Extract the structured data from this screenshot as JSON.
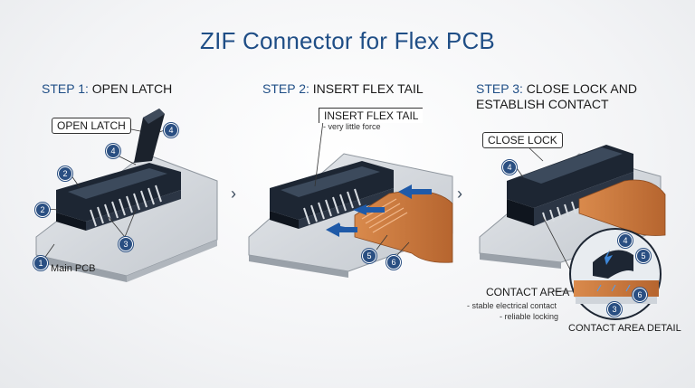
{
  "title": "ZIF Connector for Flex PCB",
  "steps": [
    {
      "num": "STEP 1:",
      "text": " OPEN LATCH"
    },
    {
      "num": "STEP 2:",
      "text": " INSERT FLEX TAIL"
    },
    {
      "num": "STEP 3:",
      "text": " CLOSE LOCK AND ESTABLISH CONTACT"
    }
  ],
  "chevron": "›",
  "labels": {
    "open_latch": "OPEN LATCH",
    "main_pcb": "Main PCB",
    "insert_flex_tail": "INSERT FLEX TAIL",
    "insert_note": "- very little force",
    "close_lock": "CLOSE LOCK",
    "contact_area": "CONTACT AREA",
    "contact_note_1": "- stable electrical contact",
    "contact_note_2": "- reliable locking",
    "contact_detail": "CONTACT AREA DETAIL"
  },
  "badges": {
    "one": "1",
    "two": "2",
    "three": "3",
    "four": "4",
    "five": "5",
    "six": "6"
  },
  "colors": {
    "title": "#1f4e86",
    "badge": "#2a4f82",
    "flex": "#c8773f",
    "connector": "#1d2633",
    "pcb": "#cdd2d8"
  }
}
